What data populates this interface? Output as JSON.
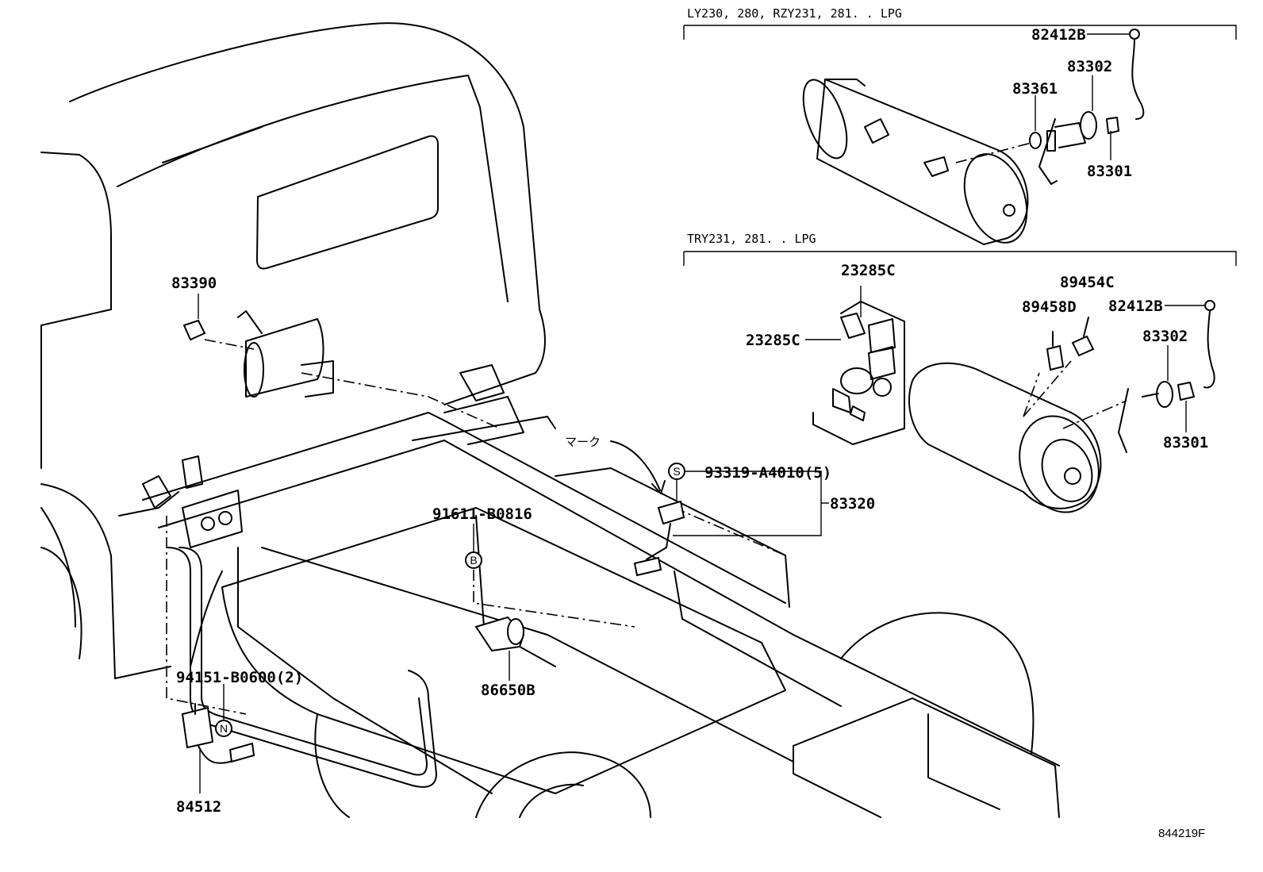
{
  "diagram": {
    "headers": {
      "variant_a": "LY230, 280, RZY231, 281. . LPG",
      "variant_b": "TRY231, 281. . LPG"
    },
    "parts": {
      "p82412b_a": "82412B",
      "p83302_a": "83302",
      "p83361": "83361",
      "p83301_a": "83301",
      "p23285c_1": "23285C",
      "p23285c_2": "23285C",
      "p89454c": "89454C",
      "p89458d": "89458D",
      "p82412b_b": "82412B",
      "p83302_b": "83302",
      "p83301_b": "83301",
      "p83390": "83390",
      "p93319": "93319-A4010(5)",
      "p83320": "83320",
      "p91611": "91611-B0816",
      "p94151": "94151-B0600(2)",
      "p86650b": "86650B",
      "p84512": "84512"
    },
    "callouts": {
      "s": "S",
      "b": "B",
      "n": "N"
    },
    "mark_label": "マーク",
    "drawing_code": "844219F"
  }
}
